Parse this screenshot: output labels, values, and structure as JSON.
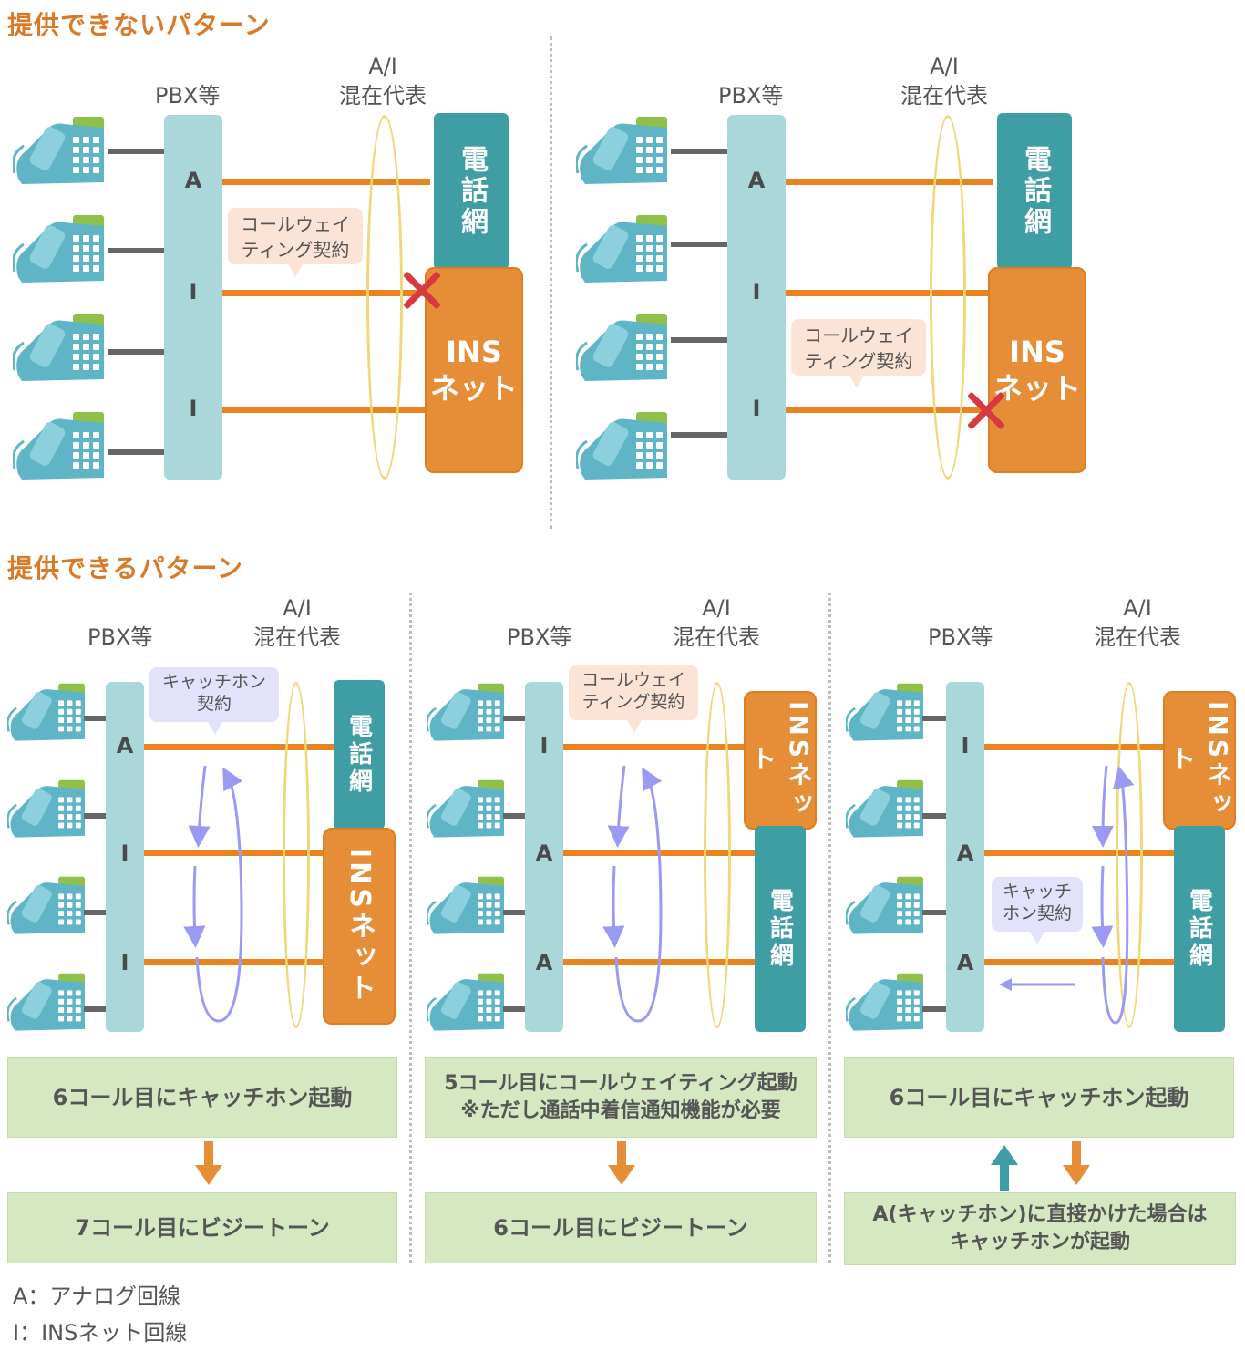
{
  "sections": {
    "not_possible_title": "提供できないパターン",
    "possible_title": "提供できるパターン"
  },
  "labels": {
    "pbx": "PBX等",
    "mixed_top": "A/I",
    "mixed_bottom": "混在代表",
    "tel_network": "電話網",
    "ins_net_line1": "INS",
    "ins_net_line2": "ネット",
    "ins_net_vertical": "INSネット"
  },
  "colors": {
    "title_orange": "#d97a28",
    "line_orange": "#e8841f",
    "pbx_blue": "#a9d7da",
    "tel_teal": "#3f9ea4",
    "ins_orange": "#e58d37",
    "cross_red": "#d6393f",
    "ellipse_yellow": "#f0d77a",
    "flow_lilac": "#9a9af5",
    "result_green": "#d5e8c2"
  },
  "not_possible": [
    {
      "pbx_lines": [
        "A",
        "I",
        "I"
      ],
      "bubble": [
        "コールウェイ",
        "ティング契約"
      ],
      "blocked_line_index": 1
    },
    {
      "pbx_lines": [
        "A",
        "I",
        "I"
      ],
      "bubble": [
        "コールウェイ",
        "ティング契約"
      ],
      "blocked_line_index": 2
    }
  ],
  "possible": [
    {
      "pbx_lines": [
        "A",
        "I",
        "I"
      ],
      "bubble": [
        "キャッチホン",
        "契約"
      ],
      "result_top": [
        "6コール目にキャッチホン起動"
      ],
      "result_bottom": [
        "7コール目にビジートーン"
      ]
    },
    {
      "pbx_lines": [
        "I",
        "A",
        "A"
      ],
      "bubble": [
        "コールウェイ",
        "ティング契約"
      ],
      "result_top": [
        "5コール目にコールウェイティング起動",
        "※ただし通話中着信通知機能が必要"
      ],
      "result_bottom": [
        "6コール目にビジートーン"
      ]
    },
    {
      "pbx_lines": [
        "I",
        "A",
        "A"
      ],
      "bubble": [
        "キャッチ",
        "ホン契約"
      ],
      "result_top": [
        "6コール目にキャッチホン起動"
      ],
      "result_bottom": [
        "A(キャッチホン)に直接かけた場合は",
        "キャッチホンが起動"
      ]
    }
  ],
  "legend": {
    "a": "A：アナログ回線",
    "i": "I：INSネット回線"
  }
}
